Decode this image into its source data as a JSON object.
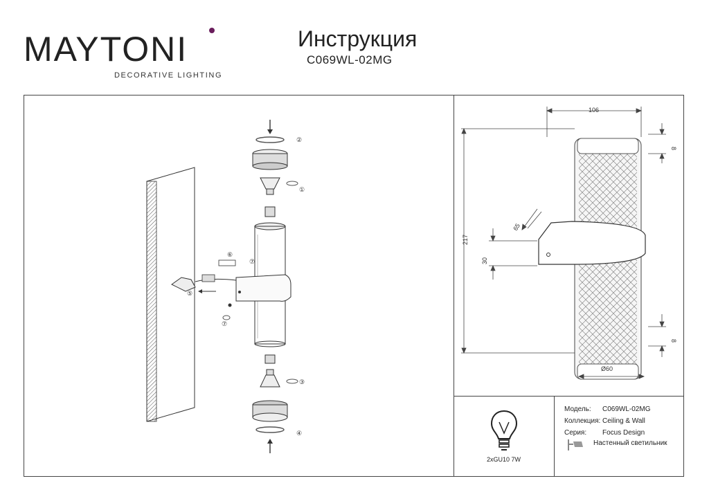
{
  "brand": {
    "name": "MAYTONI",
    "tagline": "DECORATIVE LIGHTING",
    "accent_color": "#6a1d5c"
  },
  "document": {
    "title": "Инструкция",
    "model_code": "C069WL-02MG"
  },
  "assembly": {
    "step_labels": [
      "①",
      "②",
      "③",
      "④",
      "⑤",
      "⑥",
      "⑦",
      "⑦"
    ]
  },
  "dimensions": {
    "width": "106",
    "height": "217",
    "ring_top": "8",
    "ring_bottom": "8",
    "mount_offset": "65",
    "mount_height": "30",
    "diameter": "Ø60"
  },
  "lamp": {
    "icon": "bulb-icon",
    "spec": "2xGU10 7W"
  },
  "specs": {
    "model_label": "Модель:",
    "model_value": "C069WL-02MG",
    "collection_label": "Коллекция:",
    "collection_value": "Ceiling & Wall",
    "series_label": "Серия:",
    "series_value": "Focus Design",
    "type_value": "Настенный светильник",
    "type_icon": "wall-lamp-icon"
  }
}
